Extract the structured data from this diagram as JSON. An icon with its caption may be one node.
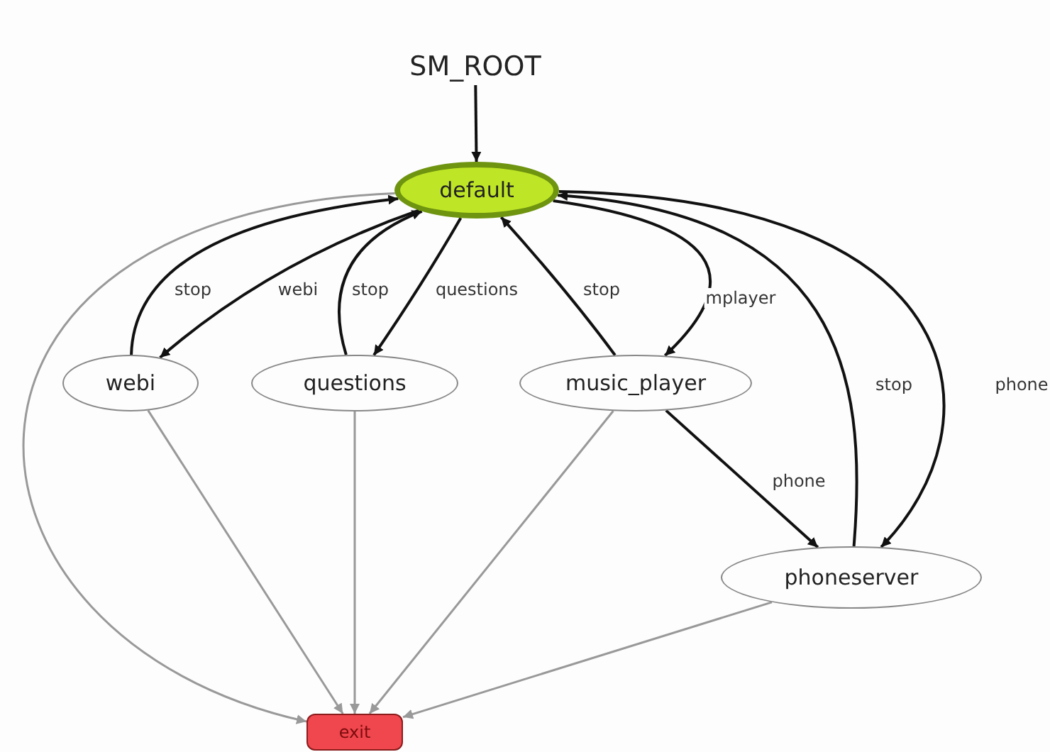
{
  "diagram": {
    "nodes": [
      {
        "text": [
          "SM_ROOT"
        ]
      },
      {
        "text": [
          "default"
        ]
      },
      {
        "text": [
          "webi"
        ]
      },
      {
        "text": [
          "questions"
        ]
      },
      {
        "text": [
          "music_player"
        ]
      },
      {
        "text": [
          "phoneserver"
        ]
      },
      {
        "text": [
          "exit"
        ]
      }
    ],
    "edges": [
      {
        "from": 0,
        "to": 1,
        "arrow": "to"
      },
      {
        "from": 2,
        "to": 1,
        "arrow": "to",
        "label": "stop"
      },
      {
        "from": 1,
        "to": 2,
        "arrow": "to",
        "label": "webi"
      },
      {
        "from": 3,
        "to": 1,
        "arrow": "to",
        "label": "stop"
      },
      {
        "from": 1,
        "to": 3,
        "arrow": "to",
        "label": "questions"
      },
      {
        "from": 4,
        "to": 1,
        "arrow": "to",
        "label": "stop"
      },
      {
        "from": 1,
        "to": 4,
        "arrow": "to",
        "label": "mplayer"
      },
      {
        "from": 4,
        "to": 5,
        "arrow": "to",
        "label": "phone"
      },
      {
        "from": 5,
        "to": 1,
        "arrow": "to",
        "label": "stop"
      },
      {
        "from": 1,
        "to": 5,
        "arrow": "to",
        "label": "phone"
      },
      {
        "from": 1,
        "to": 6,
        "arrow": "to",
        "color": "#999999"
      },
      {
        "from": 2,
        "to": 6,
        "arrow": "to",
        "color": "#999999"
      },
      {
        "from": 3,
        "to": 6,
        "arrow": "to",
        "color": "#999999"
      },
      {
        "from": 4,
        "to": 6,
        "arrow": "to",
        "color": "#999999"
      },
      {
        "from": 5,
        "to": 6,
        "arrow": "to",
        "color": "#999999"
      }
    ]
  }
}
